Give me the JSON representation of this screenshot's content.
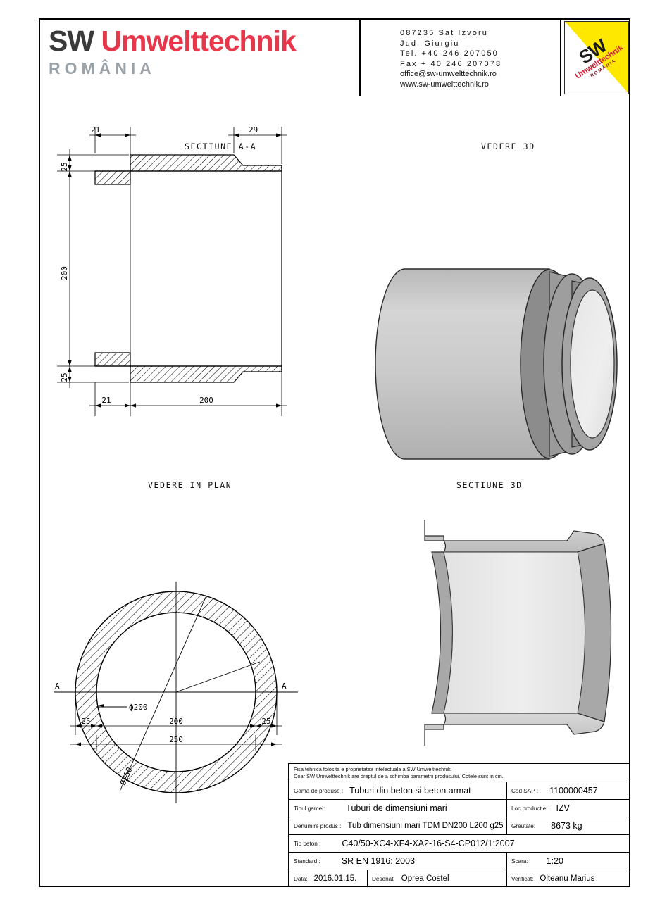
{
  "header": {
    "logo": {
      "sw": "SW",
      "umwelttechnik": "Umwelttechnik",
      "country": "ROMÂNIA"
    },
    "contact": {
      "line1": "087235 Sat Izvoru",
      "line2": "Jud.   Giurgiu",
      "line3": "Tel. +40 246 207050",
      "line4": "Fax + 40 246 207078",
      "line5": "office@sw-umwelttechnik.ro",
      "line6": "www.sw-umwelttechnik.ro"
    },
    "badge": {
      "sw": "SW",
      "umwelttechnik": "Umwelttechnik",
      "country": "ROMÂNIA"
    }
  },
  "views": {
    "section_aa": {
      "title": "SECTIUNE   A-A",
      "dimensions": {
        "top_left": "21",
        "top_right": "29",
        "left_top": "25",
        "left_mid": "200",
        "left_bottom": "25",
        "bottom_left": "21",
        "bottom_main": "200"
      }
    },
    "view_3d": {
      "title": "VEDERE 3D"
    },
    "plan": {
      "title": "VEDERE IN PLAN",
      "marker_left": "A",
      "marker_right": "A",
      "inner_diameter": "ф200",
      "outer_diameter": "Ø250",
      "dim_left": "25",
      "dim_mid": "200",
      "dim_right": "25",
      "dim_total": "250"
    },
    "section_3d": {
      "title": "SECTIUNE 3D"
    }
  },
  "title_block": {
    "note_line1": "Fisa tehnica folosita e proprietatea intelectuala a SW Umwelttechnik.",
    "note_line2": "Doar SW Umwelttechnik are dreptul de a schimba parametrii produsului. Cotele sunt in cm.",
    "rows": {
      "gama_label": "Gama de produse :",
      "gama_value": "Tuburi din beton si beton armat",
      "cod_sap_label": "Cod SAP :",
      "cod_sap_value": "1100000457",
      "tipul_label": "Tipul gamei:",
      "tipul_value": "Tuburi de dimensiuni mari",
      "loc_label": "Loc productie:",
      "loc_value": "IZV",
      "denumire_label": "Denumire produs :",
      "denumire_value": "Tub dimensiuni mari TDM DN200 L200 g25",
      "greutate_label": "Greutate:",
      "greutate_value": "8673 kg",
      "tip_beton_label": "Tip beton :",
      "tip_beton_value": "C40/50-XC4-XF4-XA2-16-S4-CP012/1:2007",
      "standard_label": "Standard :",
      "standard_value": "SR EN 1916: 2003",
      "scara_label": "Scara:",
      "scara_value": "1:20",
      "data_label": "Data:",
      "data_value": "2016.01.15.",
      "desenat_label": "Desenat:",
      "desenat_value": "Oprea Costel",
      "verificat_label": "Verificat:",
      "verificat_value": "Olteanu Marius"
    }
  },
  "colors": {
    "brand_red": "#e8364b",
    "brand_gray": "#3a3a3a",
    "country_gray": "#9aa3aa",
    "badge_yellow": "#ffe800",
    "line": "#000000",
    "solid_fill": "#c9c9c9"
  }
}
